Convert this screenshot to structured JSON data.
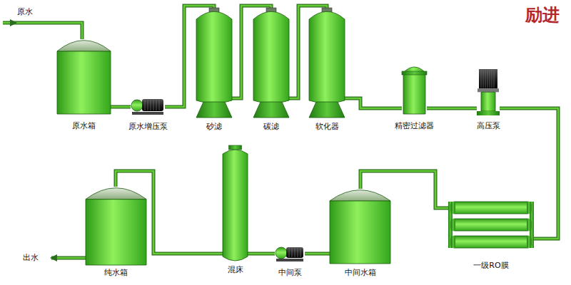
{
  "diagram": {
    "nodes": [
      {
        "text": [
          "原水箱"
        ]
      },
      {
        "text": [
          "原水增压泵"
        ]
      },
      {
        "text": [
          "砂滤"
        ]
      },
      {
        "text": [
          "碳滤"
        ]
      },
      {
        "text": [
          "软化器"
        ]
      },
      {
        "text": [
          "精密过滤器"
        ]
      },
      {
        "text": [
          "高压泵"
        ]
      },
      {
        "text": [
          "一级RO膜"
        ]
      },
      {
        "text": [
          "中间水箱"
        ]
      },
      {
        "text": [
          "中间泵"
        ]
      },
      {
        "text": [
          "混床"
        ]
      },
      {
        "text": [
          "纯水箱"
        ]
      }
    ],
    "edges": [
      {
        "from": 0,
        "to": 1,
        "arrow": "none"
      },
      {
        "from": 1,
        "to": 2,
        "arrow": "none"
      },
      {
        "from": 2,
        "to": 3,
        "arrow": "none"
      },
      {
        "from": 3,
        "to": 4,
        "arrow": "none"
      },
      {
        "from": 4,
        "to": 5,
        "arrow": "none"
      },
      {
        "from": 5,
        "to": 6,
        "arrow": "none"
      },
      {
        "from": 6,
        "to": 7,
        "arrow": "none"
      },
      {
        "from": 7,
        "to": 8,
        "arrow": "none"
      },
      {
        "from": 8,
        "to": 9,
        "arrow": "none"
      },
      {
        "from": 9,
        "to": 10,
        "arrow": "none"
      },
      {
        "from": 10,
        "to": 11,
        "arrow": "none"
      }
    ],
    "labels": [
      "原水",
      "出水",
      "励进"
    ]
  }
}
